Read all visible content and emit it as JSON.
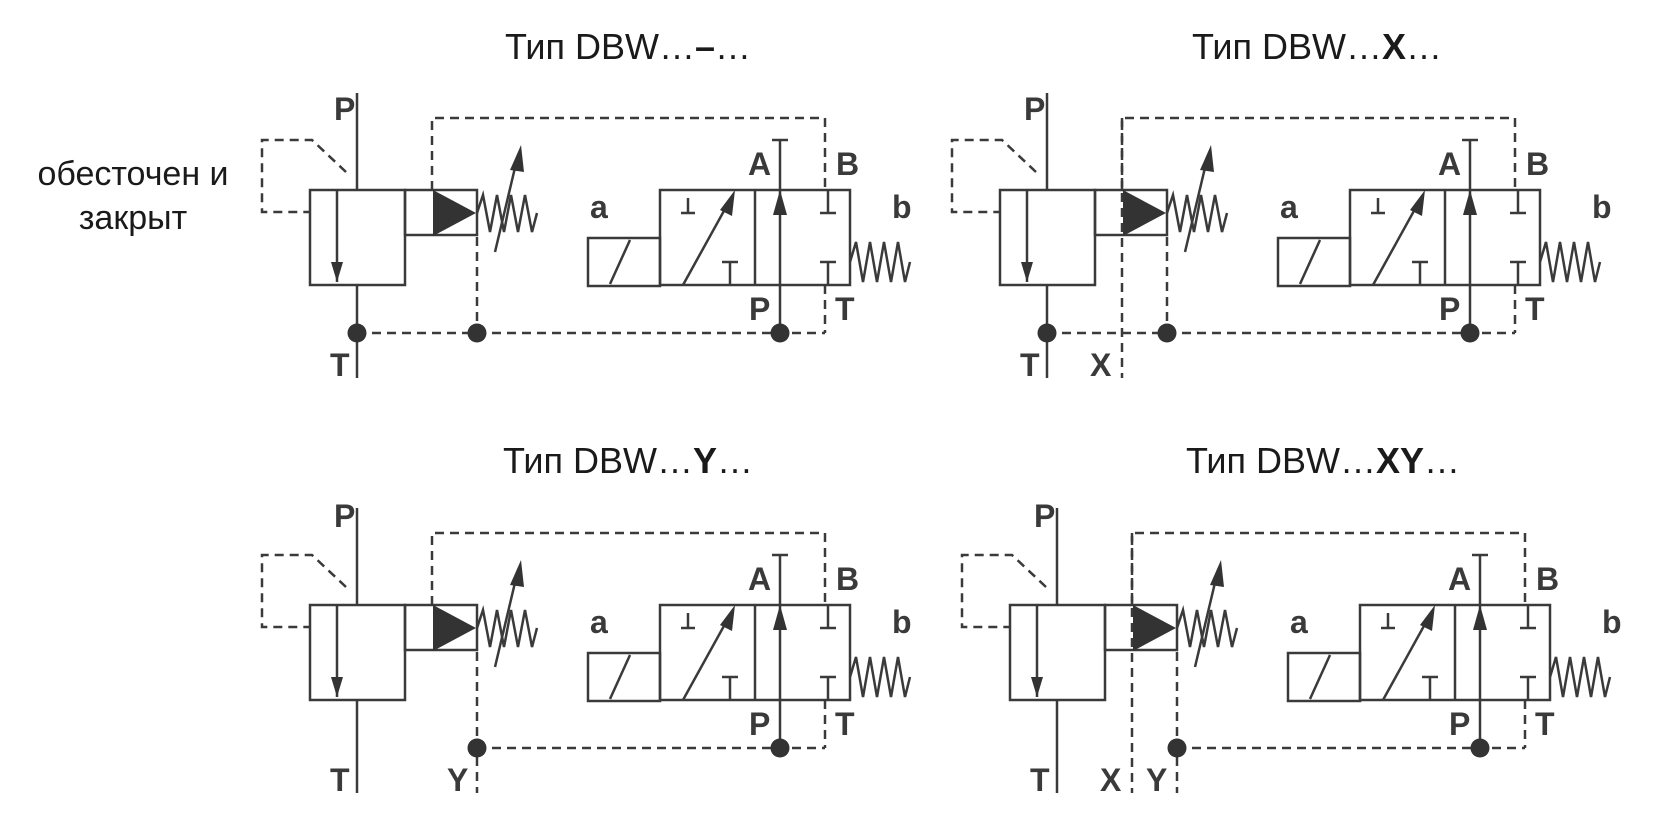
{
  "titles": {
    "tl": {
      "prefix": "Тип DBW…",
      "bold": "–",
      "suffix": "…"
    },
    "tr": {
      "prefix": "Тип DBW…",
      "bold": "X",
      "suffix": "…"
    },
    "bl": {
      "prefix": "Тип DBW…",
      "bold": "Y",
      "suffix": "…"
    },
    "br": {
      "prefix": "Тип DBW…",
      "bold": "XY",
      "suffix": "…"
    }
  },
  "state_label": {
    "line1": "обесточен и",
    "line2": "закрыт"
  },
  "ports": {
    "P": "P",
    "T": "T",
    "A": "A",
    "B": "B",
    "X": "X",
    "Y": "Y"
  },
  "solenoid_label": "a",
  "spring_label": "b",
  "colors": {
    "line": "#3a3a3a",
    "fill": "#333333",
    "background": "#ffffff"
  }
}
